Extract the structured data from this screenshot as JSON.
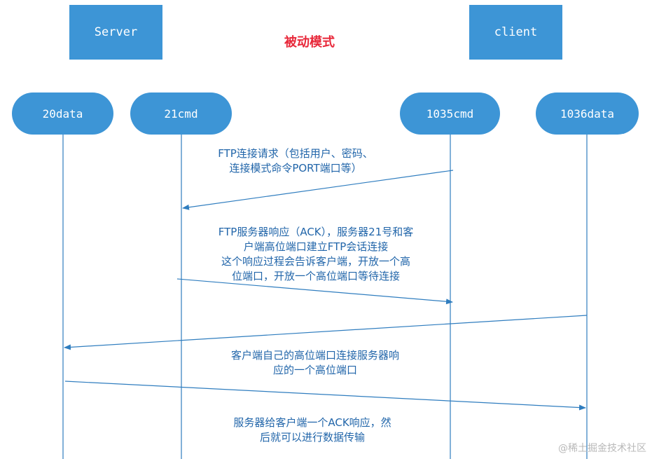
{
  "title": "被动模式",
  "hosts": {
    "server": "Server",
    "client": "client"
  },
  "ports": {
    "p20": "20data",
    "p21": "21cmd",
    "p1035": "1035cmd",
    "p1036": "1036data"
  },
  "messages": [
    {
      "lines": [
        "FTP连接请求（包括用户、密码、",
        "连接模式命令PORT端口等）"
      ]
    },
    {
      "lines": [
        "FTP服务器响应（ACK），服务器21号和客",
        "户端高位端口建立FTP会话连接",
        "这个响应过程会告诉客户端，开放一个高",
        "位端口，开放一个高位端口等待连接"
      ]
    },
    {
      "lines": [
        "客户端自己的高位端口连接服务器响",
        "应的一个高位端口"
      ]
    },
    {
      "lines": [
        "服务器给客户端一个ACK响应，然",
        "后就可以进行数据传输"
      ]
    }
  ],
  "watermark": "@稀土掘金技术社区",
  "colors": {
    "box": "#3d95d6",
    "line": "#2f7dbf",
    "title": "#e8283a",
    "text": "#2266aa"
  }
}
